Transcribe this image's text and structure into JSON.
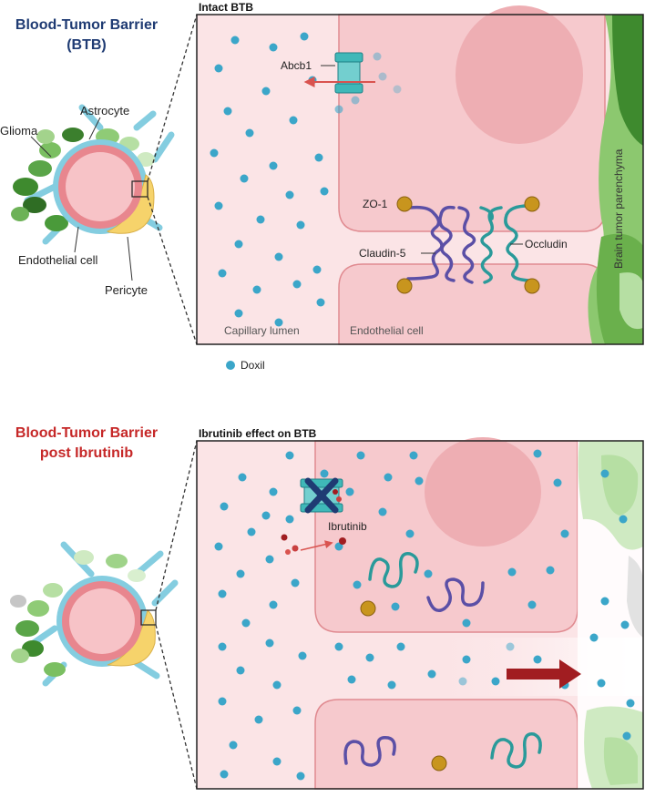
{
  "top": {
    "heading_line1": "Blood-Tumor Barrier",
    "heading_line2": "(BTB)",
    "panel_title": "Intact BTB",
    "labels": {
      "glioma": "Glioma",
      "astrocyte": "Astrocyte",
      "endothelial_cell": "Endothelial cell",
      "pericyte": "Pericyte",
      "abcb1": "Abcb1",
      "zo1": "ZO-1",
      "claudin5": "Claudin-5",
      "occludin": "Occludin",
      "capillary_lumen": "Capillary lumen",
      "endothelial_cell_region": "Endothelial cell",
      "brain_parenchyma": "Brain tumor parenchyma"
    },
    "legend_doxil": "Doxil"
  },
  "bottom": {
    "heading_line1": "Blood-Tumor Barrier",
    "heading_line2": "post Ibrutinib",
    "panel_title": "Ibrutinib effect on BTB",
    "labels": {
      "ibrutinib": "Ibrutinib"
    }
  },
  "colors": {
    "heading_top": "#1f3b73",
    "heading_bottom": "#c62828",
    "lumen": "#fbe4e6",
    "cell": "#f6c9cd",
    "cell_border": "#e08a90",
    "nucleus": "#eeaeb3",
    "doxil": "#3ba6c9",
    "claudin": "#5b4fa6",
    "occludin": "#2a9a9a",
    "zo1": "#c8951e",
    "abcb1": "#3fb8b8",
    "ibrutinib": "#a11d21",
    "arrow": "#a11d21",
    "parenchyma_green": "#6ab04c",
    "astrocyte_blue": "#84cde0",
    "pericyte_yellow": "#f6d36b"
  },
  "icons": [
    "doxil-dot-icon",
    "block-x-icon",
    "flow-arrow-icon",
    "transporter-icon"
  ]
}
